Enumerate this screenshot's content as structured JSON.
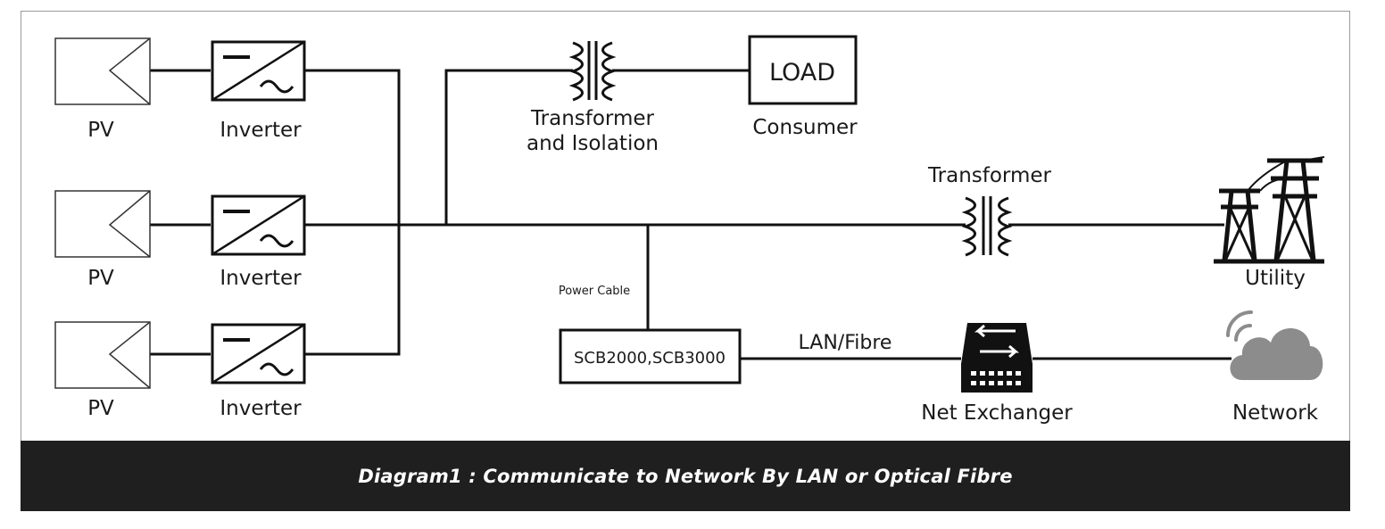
{
  "labels": {
    "pv": "PV",
    "inverter": "Inverter",
    "transformer_isolation_line1": "Transformer",
    "transformer_isolation_line2": "and Isolation",
    "load": "LOAD",
    "consumer": "Consumer",
    "transformer": "Transformer",
    "utility": "Utility",
    "power_cable": "Power Cable",
    "scb": "SCB2000,SCB3000",
    "lan_fibre": "LAN/Fibre",
    "net_exchanger": "Net Exchanger",
    "network": "Network"
  },
  "caption": "Diagram1 : Communicate to Network By LAN or Optical Fibre",
  "colors": {
    "line": "#111111",
    "caption_bg": "#1f1f1f",
    "cloud": "#8c8c8c"
  }
}
